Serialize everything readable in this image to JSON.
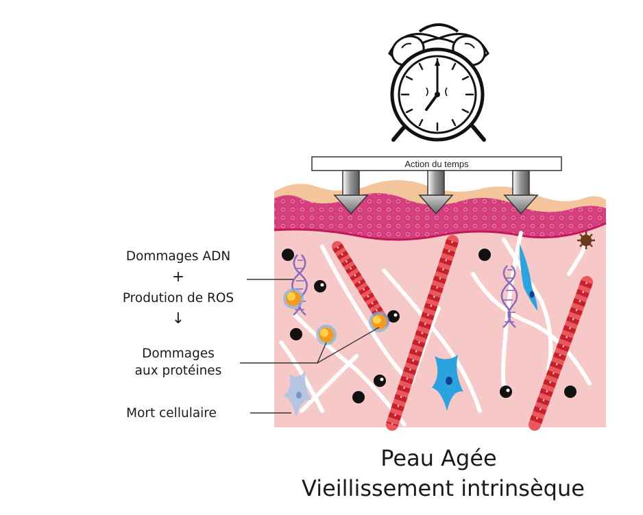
{
  "labels": {
    "dna_damage": "Dommages ADN",
    "plus": "+",
    "ros_production": "Prodution de ROS",
    "down_arrow": "↓",
    "protein_damage_line1": "Dommages",
    "protein_damage_line2": "aux protéines",
    "cell_death": "Mort cellulaire",
    "time_action": "Action du temps"
  },
  "caption": {
    "line1": "Peau Agée",
    "line2": "Vieillissement intrinsèque"
  },
  "colors": {
    "dermis": "#f6c9c8",
    "epidermis": "#d6407e",
    "stratum_corneum": "#f4c59a",
    "collagen_red": "#d42c34",
    "elastin_white": "#ffffff",
    "dna_purple": "#8a6bb8",
    "fibroblast_blue": "#2aa4e0",
    "ros_orange": "#f59a1e",
    "clock_black": "#111111"
  }
}
